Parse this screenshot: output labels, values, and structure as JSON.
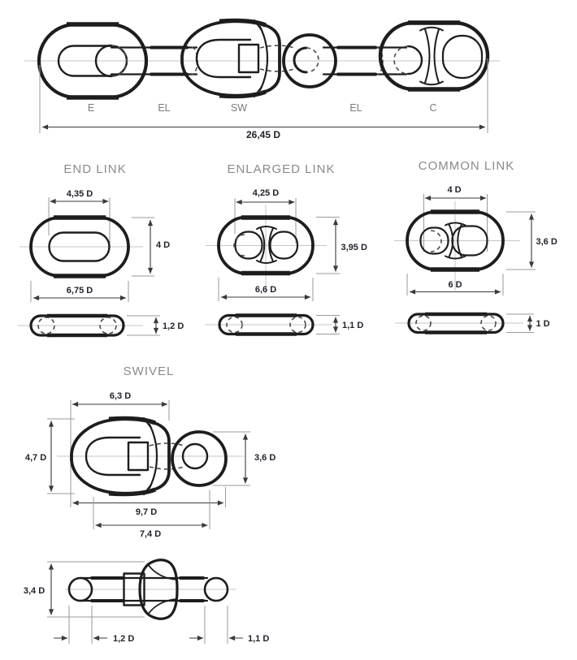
{
  "colors": {
    "outline": "#1d1d1d",
    "dimension_lines": "#3a3a3a",
    "title_text": "#8a8a8a",
    "dimension_text": "#22222c",
    "centerline": "#c6c6c6"
  },
  "assembly": {
    "component_labels": [
      "E",
      "EL",
      "SW",
      "EL",
      "C"
    ],
    "overall_length": "26,45 D"
  },
  "end_link": {
    "title": "END LINK",
    "inner_width": "4,35 D",
    "outer_height": "4 D",
    "outer_width": "6,75 D",
    "bar_diameter": "1,2 D"
  },
  "enlarged_link": {
    "title": "ENLARGED LINK",
    "inner_width": "4,25 D",
    "outer_height": "3,95 D",
    "outer_width": "6,6 D",
    "bar_diameter": "1,1 D"
  },
  "common_link": {
    "title": "COMMON LINK",
    "inner_width": "4 D",
    "outer_height": "3,6 D",
    "outer_width": "6 D",
    "bar_diameter": "1 D"
  },
  "swivel": {
    "title": "SWIVEL",
    "body_width": "6,3 D",
    "body_height": "4,7 D",
    "eye_height": "3,6 D",
    "overall_length": "9,7 D",
    "inner_length": "7,4 D",
    "side_height": "3,4 D",
    "bar_diameter_left": "1,2 D",
    "bar_diameter_right": "1,1 D"
  }
}
